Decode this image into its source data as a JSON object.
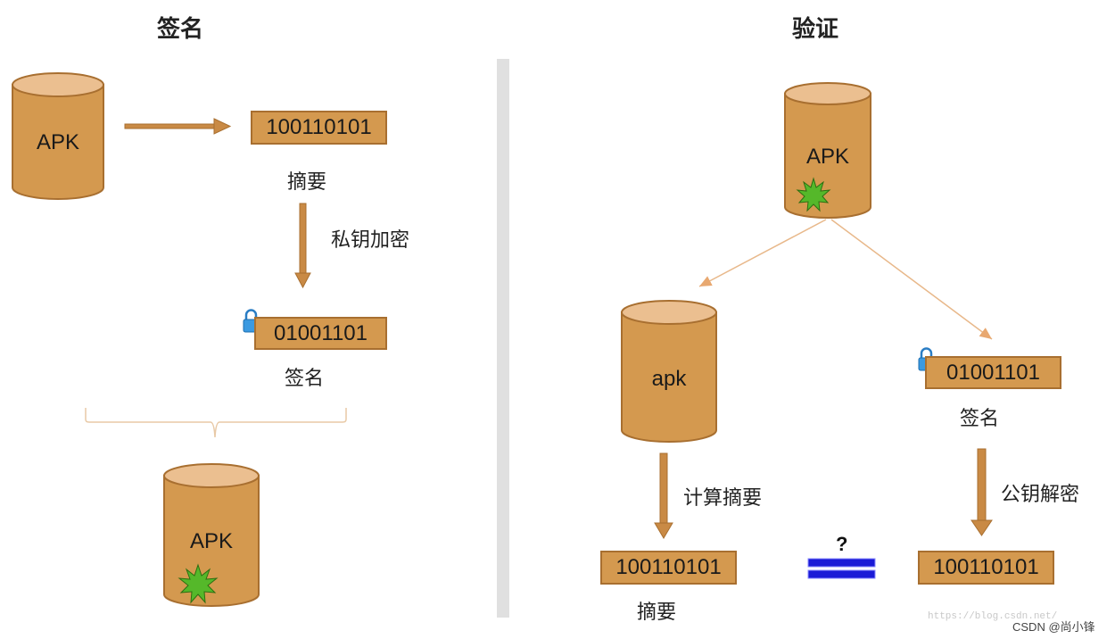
{
  "left": {
    "title": "签名",
    "apk_label": "APK",
    "digest_value": "100110101",
    "digest_caption": "摘要",
    "encrypt_step": "私钥加密",
    "signature_value": "01001101",
    "signature_caption": "签名",
    "signed_apk_label": "APK"
  },
  "right": {
    "title": "验证",
    "apk_label": "APK",
    "apk_lower_label": "apk",
    "signature_value": "01001101",
    "signature_caption": "签名",
    "compute_step": "计算摘要",
    "decrypt_step": "公钥解密",
    "computed_digest_value": "100110101",
    "computed_digest_caption": "摘要",
    "decrypted_digest_value": "100110101",
    "compare_mark": "?"
  },
  "watermark": "CSDN @尚小锋",
  "watermark_url": "https://blog.csdn.net/",
  "colors": {
    "cylinder_fill": "#d4994f",
    "cylinder_top": "#ebbf90",
    "cylinder_stroke": "#a86f30",
    "arrow": "#c98a45",
    "thin_arrow": "#e8b88a",
    "badge_green": "#55b82a",
    "lock_blue": "#3b9ae1",
    "equals_blue": "#1a1ad6"
  },
  "icons": [
    "lock-icon",
    "virus-badge-icon"
  ]
}
